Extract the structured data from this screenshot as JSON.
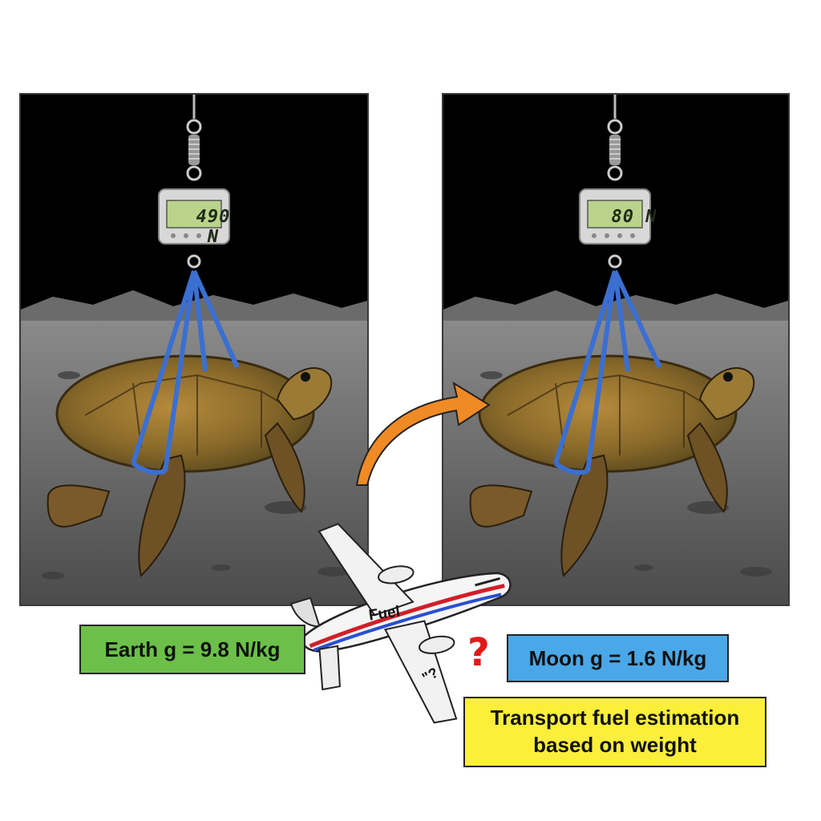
{
  "panels": {
    "earth": {
      "scale_reading": "490 N"
    },
    "moon": {
      "scale_reading": "80 N"
    }
  },
  "labels": {
    "earth_gravity": "Earth g = 9.8 N/kg",
    "moon_gravity": "Moon g = 1.6 N/kg",
    "fuel_estimation": "Transport fuel estimation based on weight"
  },
  "airplane": {
    "body_text": "Fuel",
    "wing_text": "\"?"
  },
  "question_mark": "?",
  "colors": {
    "earth_box": "#6cc04a",
    "moon_box": "#4aa8e8",
    "fuel_box": "#fbef3c",
    "arrow": "#f08a24",
    "question_mark": "#e11a1a",
    "sling": "#3b6fd1"
  },
  "icons": [
    "hanging-scale-icon",
    "turtle-icon",
    "airplane-icon",
    "curved-arrow-icon"
  ]
}
